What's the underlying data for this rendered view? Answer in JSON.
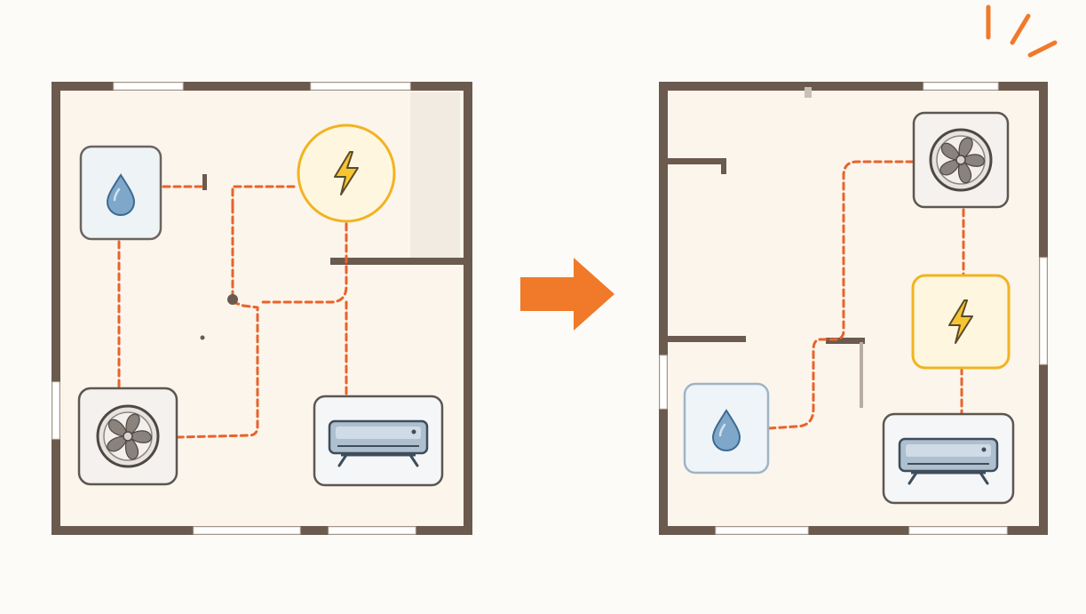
{
  "scene": {
    "background": "#fdfbf7",
    "floor_color": "#fbf5ec",
    "wall_color": "#6b5a4e",
    "window_color": "#ffffff",
    "route_color": "#e8632a",
    "accent_arrow_color": "#f07a2a",
    "sparkle_color": "#f07a2a"
  },
  "plans": [
    {
      "id": "before",
      "devices": [
        {
          "type": "water",
          "icon": "water-drop-icon",
          "frame": "rounded-square",
          "border": "#6b6460",
          "fill": "#eef3f6"
        },
        {
          "type": "power",
          "icon": "lightning-bolt-icon",
          "frame": "circle",
          "border": "#f1b321",
          "fill": "#fff6df"
        },
        {
          "type": "fan",
          "icon": "fan-icon",
          "frame": "rounded-square",
          "border": "#5d5651",
          "fill": "#f4f1ee"
        },
        {
          "type": "ac",
          "icon": "air-conditioner-icon",
          "frame": "rounded-square",
          "border": "#5d5651",
          "fill": "#f4f6f8"
        }
      ]
    },
    {
      "id": "after",
      "devices": [
        {
          "type": "fan",
          "icon": "fan-icon",
          "frame": "rounded-square",
          "border": "#5d5651",
          "fill": "#f4f1ee"
        },
        {
          "type": "power",
          "icon": "lightning-bolt-icon",
          "frame": "rounded-square",
          "border": "#f1b321",
          "fill": "#fff6df"
        },
        {
          "type": "water",
          "icon": "water-drop-icon",
          "frame": "rounded-square",
          "border": "#9fb4c6",
          "fill": "#eef4f8"
        },
        {
          "type": "ac",
          "icon": "air-conditioner-icon",
          "frame": "rounded-square",
          "border": "#5d5651",
          "fill": "#f4f6f8"
        }
      ]
    }
  ],
  "transition": {
    "icon": "right-arrow-icon"
  },
  "highlight": {
    "icon": "sparkle-icon"
  }
}
